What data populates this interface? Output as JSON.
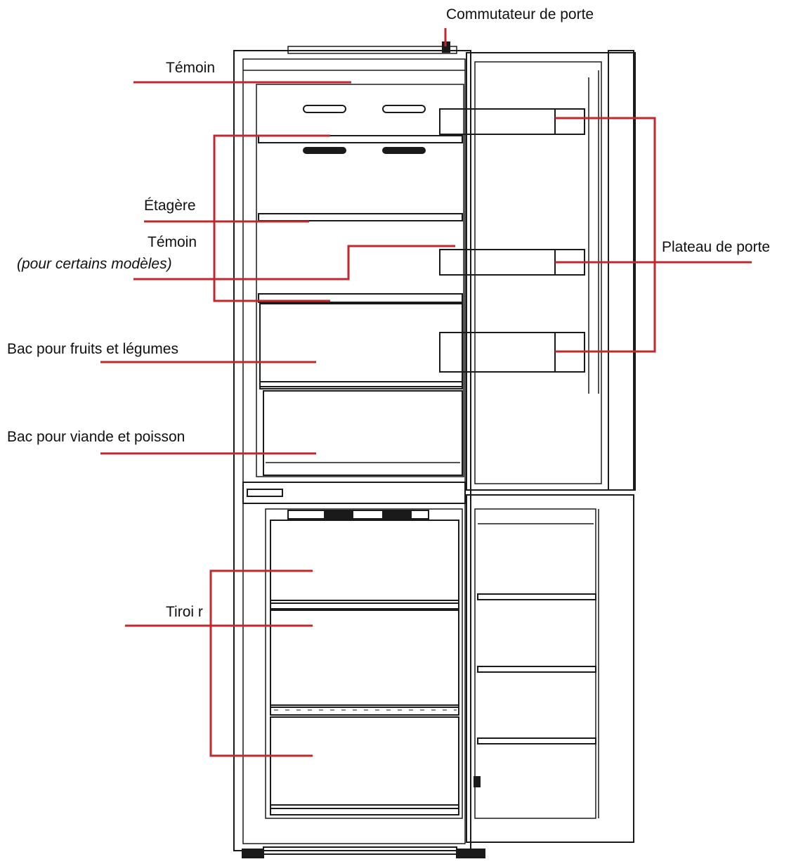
{
  "labels": {
    "door_switch": "Commutateur de porte",
    "lamp_top": "Témoin",
    "shelf": "Étagère",
    "lamp_mid": "Témoin",
    "lamp_mid_note": "(pour certains modèles)",
    "door_tray": "Plateau de porte",
    "crisper": "Bac pour fruits et légumes",
    "meat_bin": "Bac pour viande et poisson",
    "drawer": "Tiroi r"
  },
  "colors": {
    "leader": "#c0282e",
    "outline": "#1a1a1a",
    "background": "#ffffff"
  }
}
